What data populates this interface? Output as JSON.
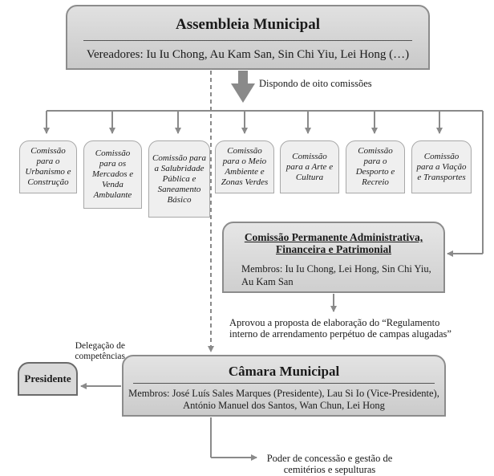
{
  "assembleia": {
    "title": "Assembleia Municipal",
    "members": "Vereadores: Iu Iu Chong, Au Kam San, Sin Chi Yiu, Lei Hong (…)"
  },
  "arrow_label": "Dispondo de oito comissões",
  "comissoes": [
    "Comissão para o Urbanismo e Construção",
    "Comissão para os Mercados e Venda Ambulante",
    "Comissão para a Salubridade Pública e Saneamento Básico",
    "Comissão para o Meio Ambiente e Zonas Verdes",
    "Comissão para a Arte e Cultura",
    "Comissão para o Desporto e Recreio",
    "Comissão para a Viação e Transportes"
  ],
  "permanente": {
    "title": "Comissão Permanente Administrativa, Financeira e Patrimonial",
    "members": "Membros: Iu Iu Chong, Lei Hong, Sin Chi Yiu, Au Kam San"
  },
  "aprovou_label": "Aprovou a proposta de elaboração do “Regulamento interno de arrendamento perpétuo de campas alugadas”",
  "delegacao_label": "Delegação de competências",
  "presidente": "Presidente",
  "camara": {
    "title": "Câmara Municipal",
    "members": "Membros: José Luís Sales Marques (Presidente), Lau Si Io (Vice-Presidente), António Manuel dos Santos, Wan Chun, Lei Hong"
  },
  "poder_label": "Poder de concessão e gestão de cemitérios e sepulturas"
}
